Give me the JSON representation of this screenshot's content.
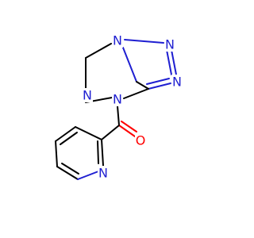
{
  "atoms": [
    {
      "id": "n_left",
      "symbol": "N"
    },
    {
      "id": "n_top",
      "symbol": "N"
    },
    {
      "id": "n_right1",
      "symbol": "N"
    },
    {
      "id": "n_right2",
      "symbol": "N"
    },
    {
      "id": "n_ring",
      "symbol": "N"
    },
    {
      "id": "o",
      "symbol": "O"
    },
    {
      "id": "n_py",
      "symbol": "N"
    }
  ],
  "colors": {
    "nitrogen": "#1f1fd1",
    "oxygen": "#ff0000",
    "carbon": "#000000"
  }
}
